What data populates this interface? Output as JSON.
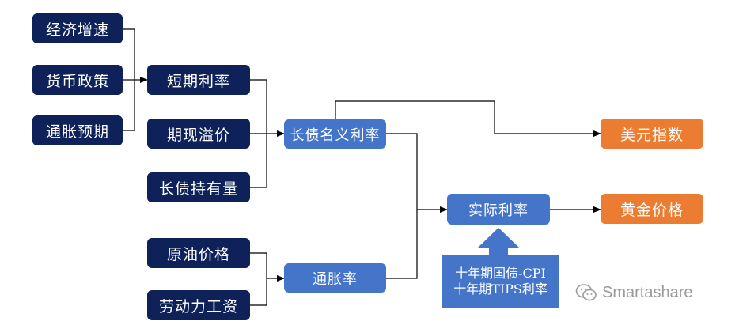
{
  "nodes": {
    "econ_growth": "经济增速",
    "monetary_policy": "货币政策",
    "inflation_expect": "通胀预期",
    "short_rate": "短期利率",
    "term_premium": "期现溢价",
    "bond_holdings": "长债持有量",
    "oil_price": "原油价格",
    "labor_wage": "劳动力工资",
    "nominal_rate": "长债名义利率",
    "inflation": "通胀率",
    "real_rate": "实际利率",
    "dollar_index": "美元指数",
    "gold_price": "黄金价格"
  },
  "note": {
    "line1": "十年期国债-CPI",
    "line2": "十年期TIPS利率"
  },
  "watermark": "Smartashare",
  "colors": {
    "navy": "#0e2159",
    "blue": "#4575c9",
    "orange": "#ec7c31"
  }
}
